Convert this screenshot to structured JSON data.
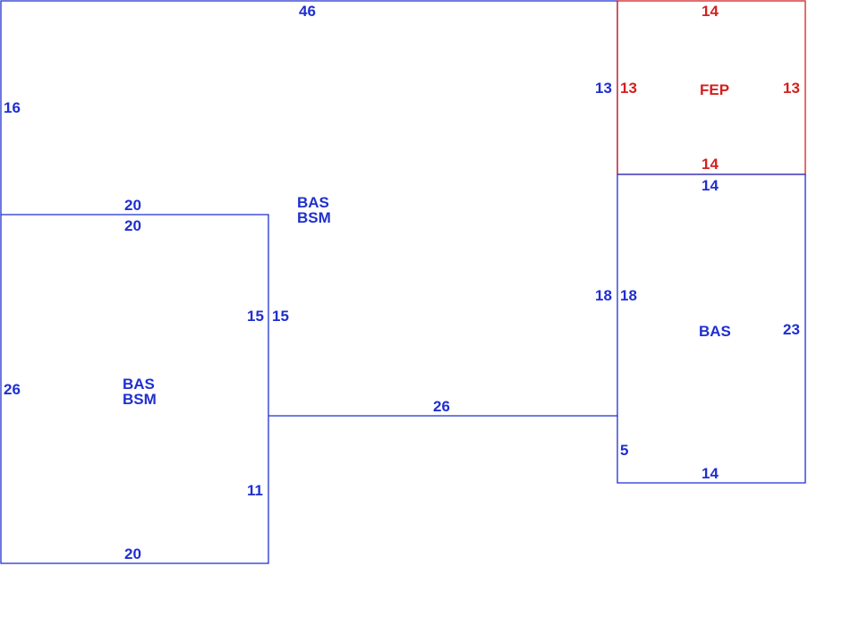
{
  "colors": {
    "building": "#1f2fd0",
    "porch": "#d42020"
  },
  "areas": {
    "main_bas": "BAS",
    "main_bsm": "BSM",
    "left_bas": "BAS",
    "left_bsm": "BSM",
    "porch": "FEP",
    "right_bas": "BAS"
  },
  "dimensions": {
    "top": "46",
    "left_upper": "16",
    "left_wing_top_outer": "20",
    "left_wing_top_inner": "20",
    "left_wing_side": "26",
    "left_wing_bottom": "20",
    "left_wing_inner_upper": "15",
    "main_inner_upper": "15",
    "left_wing_inner_lower": "11",
    "bottom_mid": "26",
    "main_right_upper": "13",
    "porch_left": "13",
    "porch_top": "14",
    "porch_right": "13",
    "porch_bottom": "14",
    "right_top": "14",
    "main_right_lower": "18",
    "right_left": "18",
    "right_side": "23",
    "right_small": "5",
    "right_bottom": "14"
  }
}
